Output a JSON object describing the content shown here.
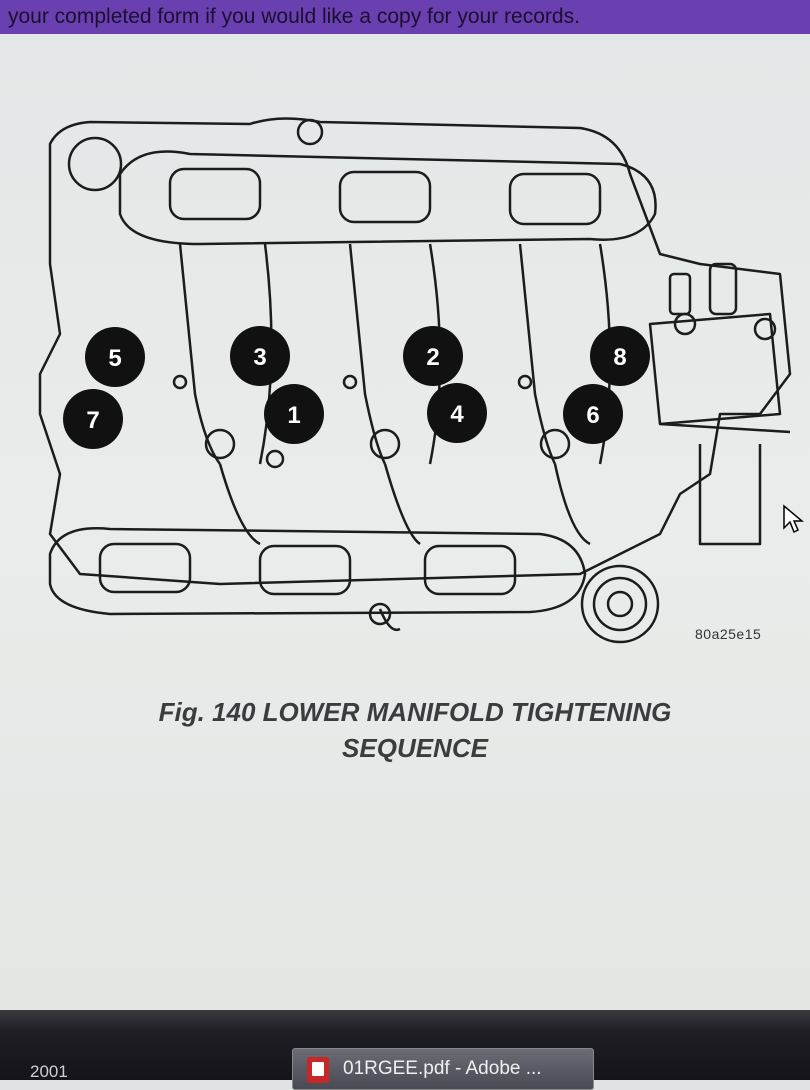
{
  "banner": {
    "text": "your completed form if you would like a copy for your records."
  },
  "figure": {
    "ref_code": "80a25e15",
    "caption_line1": "Fig. 140 LOWER MANIFOLD TIGHTENING",
    "caption_line2": "SEQUENCE",
    "bolts": [
      {
        "label": "5"
      },
      {
        "label": "3"
      },
      {
        "label": "2"
      },
      {
        "label": "8"
      },
      {
        "label": "7"
      },
      {
        "label": "1"
      },
      {
        "label": "4"
      },
      {
        "label": "6"
      }
    ]
  },
  "taskbar": {
    "year": "2001",
    "active_task": "01RGEE.pdf - Adobe ..."
  },
  "colors": {
    "banner": "#6a3fb0",
    "bolt_marker": "#111111",
    "line_art": "#1c1c1c"
  }
}
